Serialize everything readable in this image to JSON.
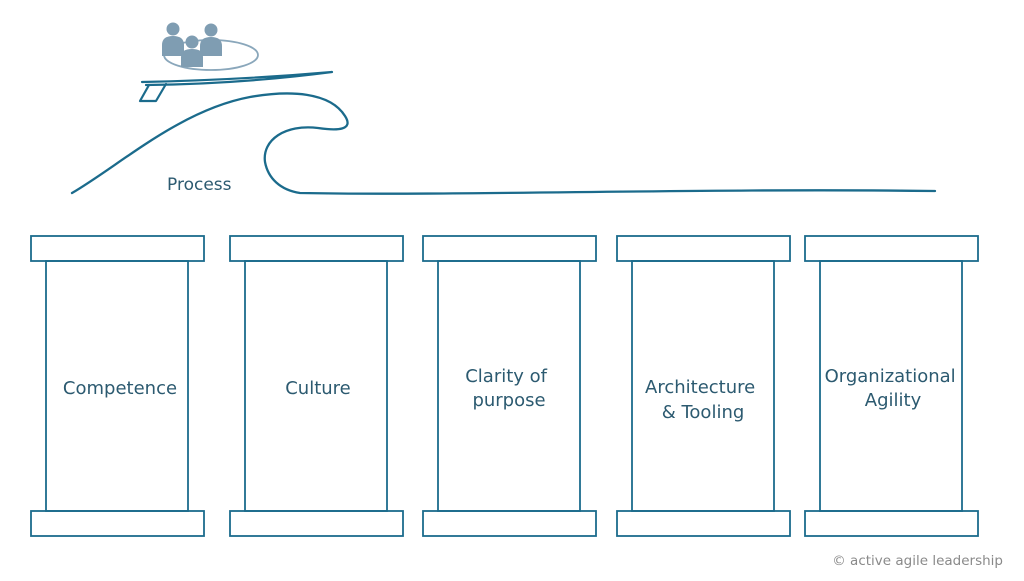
{
  "diagram": {
    "process_label": "Process",
    "pillars": [
      {
        "lines": [
          "Competence"
        ]
      },
      {
        "lines": [
          "Culture"
        ]
      },
      {
        "lines": [
          "Clarity of",
          "purpose"
        ]
      },
      {
        "lines": [
          "Architecture",
          "& Tooling"
        ]
      },
      {
        "lines": [
          "Organizational",
          "Agility"
        ]
      }
    ],
    "copyright": "© active agile leadership"
  },
  "colors": {
    "line": "#1b6b8c",
    "text": "#2c5a70",
    "figure": "#7f9db2",
    "ellipse": "#8aa7bb"
  },
  "icons": [
    "team-people-icon",
    "surfboard-icon",
    "wave-icon"
  ]
}
